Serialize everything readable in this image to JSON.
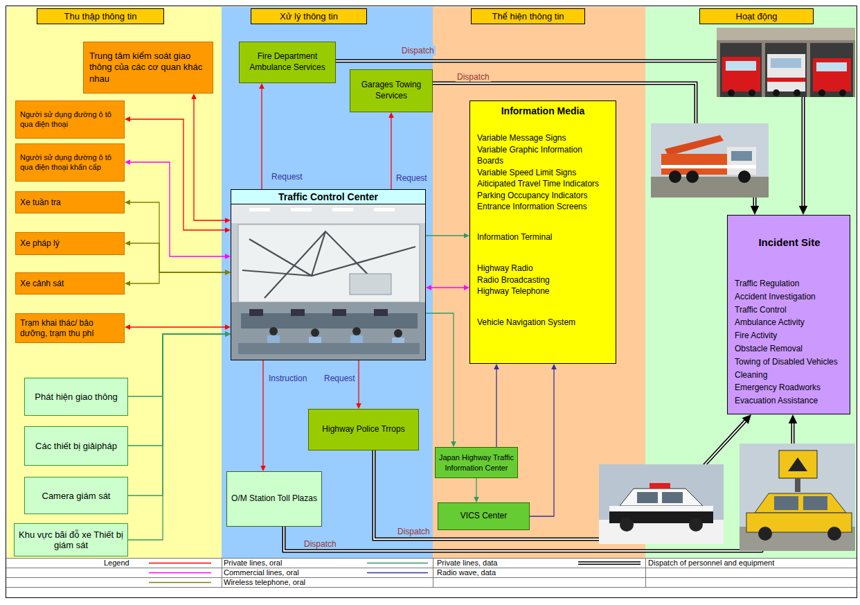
{
  "diagram": {
    "nodes": [
      {
        "text": [
          "Thu thập thông tin"
        ]
      },
      {
        "text": [
          "Xử lý thông tin"
        ]
      },
      {
        "text": [
          "Thể hiện thông tin"
        ]
      },
      {
        "text": [
          "Hoạt động"
        ]
      },
      {
        "text": [
          "Trung tâm kiểm soát giao thông của các cơ quan khác nhau"
        ]
      },
      {
        "text": [
          "Người sử dụng đường ô tô qua điện thoại"
        ]
      },
      {
        "text": [
          "Người sử dụng đường ô tô qua điện thoại khẩn cấp"
        ]
      },
      {
        "text": [
          "Xe tuần tra"
        ]
      },
      {
        "text": [
          "Xe pháp lý"
        ]
      },
      {
        "text": [
          "Xe cảnh sát"
        ]
      },
      {
        "text": [
          "Trạm khai thác/ bảo dưỡng, trạm thu phí"
        ]
      },
      {
        "text": [
          "Phát hiện giao thông"
        ]
      },
      {
        "text": [
          "Các thiết bị giảipháp"
        ]
      },
      {
        "text": [
          "Camera giám sát"
        ]
      },
      {
        "text": [
          "Khu vực bãi đỗ xe Thiết bị giám sát"
        ]
      },
      {
        "text": [
          "Fire Department Ambulance Services"
        ]
      },
      {
        "text": [
          "Garages Towing Services"
        ]
      },
      {
        "text": [
          "Traffic Control Center"
        ]
      },
      {
        "text": [
          "Highway Police Trrops"
        ]
      },
      {
        "text": [
          "O/M Station Toll Plazas"
        ]
      },
      {
        "text": [
          "Information Media",
          "Variable Message Signs",
          "Variable Graphic Information Boards",
          "Variable Speed Limit Signs",
          "Aiticipated Travel Time Indicators",
          "Parking Occupancy Indicators",
          "Entrance Information Screens",
          "Information Terminal",
          "Highway Radio",
          "Radio Broadcasting",
          "Highway Telephone",
          "Vehicle Navigation System"
        ]
      },
      {
        "text": [
          "Japan Highway Traffic Information Center"
        ]
      },
      {
        "text": [
          "VICS Center"
        ]
      },
      {
        "text": [
          "Incident Site",
          "Traffic Regulation",
          "Accident Investigation",
          "Traffic Control",
          "Ambulance Activity",
          "Fire Activity",
          "Obstacle Removal",
          "Towing of Disabled Vehicles",
          "Cleaning",
          "Emergency Roadworks",
          "Evacuation Assistance"
        ]
      }
    ],
    "edges": [
      {
        "from": 17,
        "to": 15,
        "label": "Request",
        "arrow": "to"
      },
      {
        "from": 17,
        "to": 16,
        "label": "Request",
        "arrow": "to"
      },
      {
        "from": 4,
        "to": 17,
        "arrow": "both"
      },
      {
        "from": 5,
        "to": 17,
        "arrow": "both"
      },
      {
        "from": 6,
        "to": 17,
        "arrow": "both"
      },
      {
        "from": 7,
        "to": 17,
        "arrow": "both"
      },
      {
        "from": 8,
        "to": 17,
        "arrow": "both"
      },
      {
        "from": 9,
        "to": 17,
        "arrow": "both"
      },
      {
        "from": 10,
        "to": 17,
        "arrow": "both"
      },
      {
        "from": 11,
        "to": 17,
        "arrow": "to"
      },
      {
        "from": 12,
        "to": 17,
        "arrow": "to"
      },
      {
        "from": 13,
        "to": 17,
        "arrow": "to"
      },
      {
        "from": 14,
        "to": 17,
        "arrow": "to"
      },
      {
        "from": 17,
        "to": 19,
        "label": "Instruction",
        "arrow": "to"
      },
      {
        "from": 17,
        "to": 18,
        "label": "Request",
        "arrow": "to"
      },
      {
        "from": 17,
        "to": 20,
        "arrow": "to"
      },
      {
        "from": 17,
        "to": 20,
        "arrow": "both"
      },
      {
        "from": 17,
        "to": 21,
        "arrow": "to"
      },
      {
        "from": 21,
        "to": 22,
        "arrow": "to"
      },
      {
        "from": 21,
        "to": 20,
        "arrow": "to"
      },
      {
        "from": 22,
        "to": 20,
        "arrow": "to"
      },
      {
        "from": 15,
        "to": 23,
        "label": "Dispatch",
        "arrow": "to"
      },
      {
        "from": 16,
        "to": 23,
        "label": "Dispatch",
        "arrow": "to"
      },
      {
        "from": 18,
        "to": 23,
        "label": "Dispatch",
        "arrow": "to"
      },
      {
        "from": 19,
        "to": 23,
        "label": "Dispatch",
        "arrow": "to"
      }
    ],
    "labels": [
      "Legend"
    ],
    "legend": [
      {
        "text": "Private lines, oral"
      },
      {
        "text": "Private lines, data"
      },
      {
        "text": "Dispatch of personnel and equipment"
      },
      {
        "text": "Commercial lines, oral"
      },
      {
        "text": "Radio wave, data"
      },
      {
        "text": "Wireless telephone, oral"
      }
    ]
  }
}
